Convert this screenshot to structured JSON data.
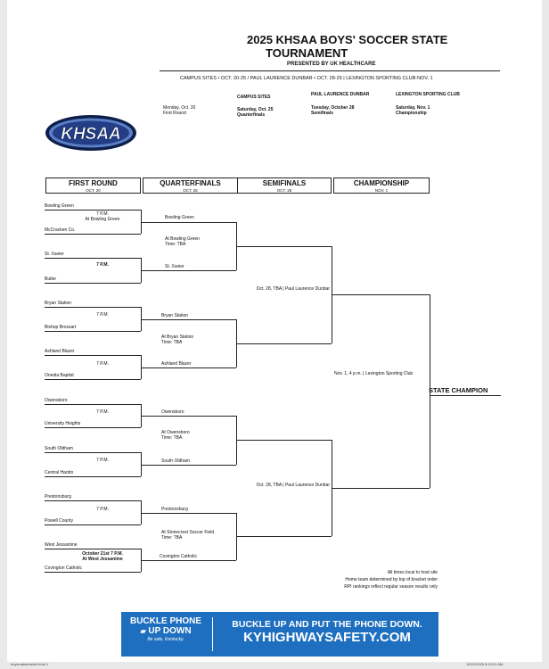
{
  "header": {
    "title_line1": "2025 KHSAA BOYS' SOCCER STATE",
    "title_line2": "TOURNAMENT",
    "presented_by": "PRESENTED BY UK HEALTHCARE",
    "sites_line": "CAMPUS SITES • OCT. 20-25 / PAUL LAURENCE DUNBAR • OCT. 28-29 | LEXINGTON SPORTING CLUB-NOV. 1"
  },
  "logo": {
    "text": "KHSAA",
    "icon": "khsaa-logo-icon"
  },
  "schedule": [
    {
      "venue": "",
      "date": "Monday, Oct. 20",
      "round": "First Round"
    },
    {
      "venue": "CAMPUS SITES",
      "date": "Saturday, Oct. 25",
      "round": "Quarterfinals"
    },
    {
      "venue": "PAUL LAURENCE DUNBAR",
      "date": "Tuesday, October 28",
      "round": "Semifinals"
    },
    {
      "venue": "LEXINGTON SPORTING CLUB",
      "date": "Saturday, Nov. 1",
      "round": "Championship"
    }
  ],
  "round_headers": [
    {
      "name": "FIRST ROUND",
      "date": "OCT. 20"
    },
    {
      "name": "QUARTERFINALS",
      "date": "OCT. 25"
    },
    {
      "name": "SEMIFINALS",
      "date": "OCT. 28"
    },
    {
      "name": "CHAMPIONSHIP",
      "date": "NOV. 1"
    }
  ],
  "first_round": [
    {
      "top": "Bowling Green",
      "bottom": "McCracken Co.",
      "info1": "7 P.M.",
      "info2": "At Bowling Green"
    },
    {
      "top": "St. Xavier",
      "bottom": "Butler",
      "info1": "7 P.M.",
      "info2": ""
    },
    {
      "top": "Bryan Station",
      "bottom": "Bishop Brossart",
      "info1": "7 P.M.",
      "info2": ""
    },
    {
      "top": "Ashland Blazer",
      "bottom": "Oneida Baptist",
      "info1": "7 P.M.",
      "info2": ""
    },
    {
      "top": "Owensboro",
      "bottom": "University Heights",
      "info1": "7 P.M.",
      "info2": ""
    },
    {
      "top": "South Oldham",
      "bottom": "Central Hardin",
      "info1": "7 P.M.",
      "info2": ""
    },
    {
      "top": "Prestonsburg",
      "bottom": "Powell County",
      "info1": "7 P.M.",
      "info2": ""
    },
    {
      "top": "West Jessamine",
      "bottom": "Covington Catholic",
      "info1": "October 21st 7 P.M.",
      "info2": "At West Jessamine"
    }
  ],
  "quarterfinals": [
    {
      "top": "Bowling Green",
      "bottom": "St. Xavier",
      "info1": "At Bowling Green",
      "info2": "Time: TBA"
    },
    {
      "top": "Bryan Station",
      "bottom": "Ashland Blazer",
      "info1": "At Bryan Station",
      "info2": "Time: TBA"
    },
    {
      "top": "Owensboro",
      "bottom": "South Oldham",
      "info1": "At Owensboro",
      "info2": "Time: TBA"
    },
    {
      "top": "Prestonsburg",
      "bottom": "Covington Catholic",
      "info1": "At Stonecrest Soccer Field",
      "info2": "Time: TBA"
    }
  ],
  "semifinals": [
    {
      "info": "Oct. 28, TBA | Paul Laurence Dunbar"
    },
    {
      "info": "Oct. 28, TBA | Paul Laurence Dunbar"
    }
  ],
  "championship": {
    "info": "Nov. 1, 4 p.m. | Lexington Sporting Club"
  },
  "champion_label": "STATE CHAMPION",
  "notes": [
    "All times local to host site",
    "Home team determined by top of bracket order",
    "RPI rankings reflect regular season results only"
  ],
  "banner": {
    "left_line1": "BUCKLE",
    "left_line1b": "PHONE",
    "left_line2": "UP",
    "left_line2b": "DOWN",
    "left_tagline": "Be safe, Kentucky.",
    "right_line1": "BUCKLE UP AND PUT THE PHONE DOWN.",
    "right_line2": "KYHIGHWAYSAFETY.COM",
    "bg_color": "#1e6fc0"
  },
  "footer": {
    "left": "boysmatsbracket.indd 1",
    "right": "10/22/2025 8:15:21 AM"
  }
}
